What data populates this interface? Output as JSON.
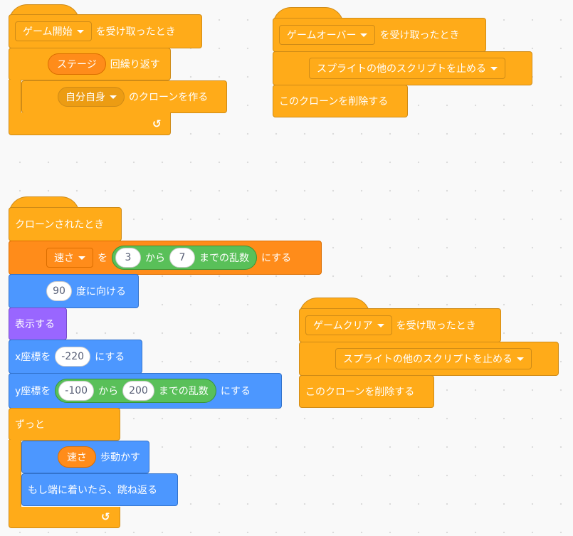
{
  "script1": {
    "hat_dropdown": "ゲーム開始",
    "hat_text": "を受け取ったとき",
    "repeat_reporter": "ステージ",
    "repeat_text": "回繰り返す",
    "clone_dropdown": "自分自身",
    "clone_text": "のクローンを作る",
    "loop_icon": "↺"
  },
  "script2": {
    "hat_dropdown": "ゲームオーバー",
    "hat_text": "を受け取ったとき",
    "stop_dropdown": "スプライトの他のスクリプトを止める",
    "delete_text": "このクローンを削除する"
  },
  "script3": {
    "hat_text": "クローンされたとき",
    "set_var": "速さ",
    "set_to": "を",
    "rand_from": "3",
    "rand_kara": "から",
    "rand_to": "7",
    "rand_text": "までの乱数",
    "set_suffix": "にする",
    "dir_value": "90",
    "dir_text": "度に向ける",
    "show_text": "表示する",
    "setx_prefix": "x座標を",
    "setx_value": "-220",
    "setx_suffix": "にする",
    "sety_prefix": "y座標を",
    "sety_from": "-100",
    "sety_kara": "から",
    "sety_to": "200",
    "sety_rand": "までの乱数",
    "sety_suffix": "にする",
    "forever_text": "ずっと",
    "move_reporter": "速さ",
    "move_text": "歩動かす",
    "bounce_text": "もし端に着いたら、跳ね返る",
    "loop_icon": "↺"
  },
  "script4": {
    "hat_dropdown": "ゲームクリア",
    "hat_text": "を受け取ったとき",
    "stop_dropdown": "スプライトの他のスクリプトを止める",
    "delete_text": "このクローンを削除する"
  }
}
